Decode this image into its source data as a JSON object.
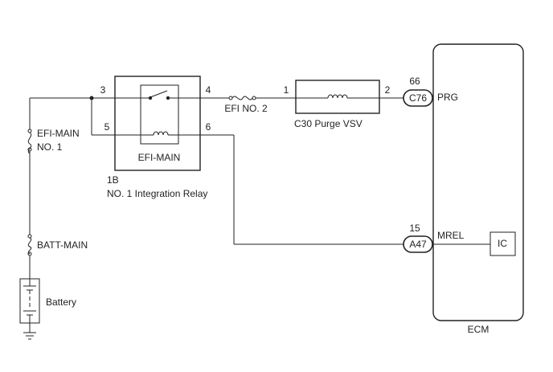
{
  "diagram": {
    "relay": {
      "pins": {
        "p3": "3",
        "p4": "4",
        "p5": "5",
        "p6": "6"
      },
      "coil_label": "EFI-MAIN",
      "id": "1B",
      "name": "NO. 1 Integration Relay"
    },
    "fuses": {
      "efi_no2": "EFI NO. 2",
      "efi_main_line1": "EFI-MAIN",
      "efi_main_line2": "NO. 1",
      "batt_main": "BATT-MAIN"
    },
    "battery": "Battery",
    "vsv": {
      "pin_in": "1",
      "pin_out": "2",
      "label": "C30  Purge VSV"
    },
    "connectors": {
      "c76": {
        "code": "C76",
        "pin": "66",
        "signal": "PRG"
      },
      "a47": {
        "code": "A47",
        "pin": "15",
        "signal": "MREL"
      }
    },
    "ic": "IC",
    "ecm": "ECM"
  }
}
